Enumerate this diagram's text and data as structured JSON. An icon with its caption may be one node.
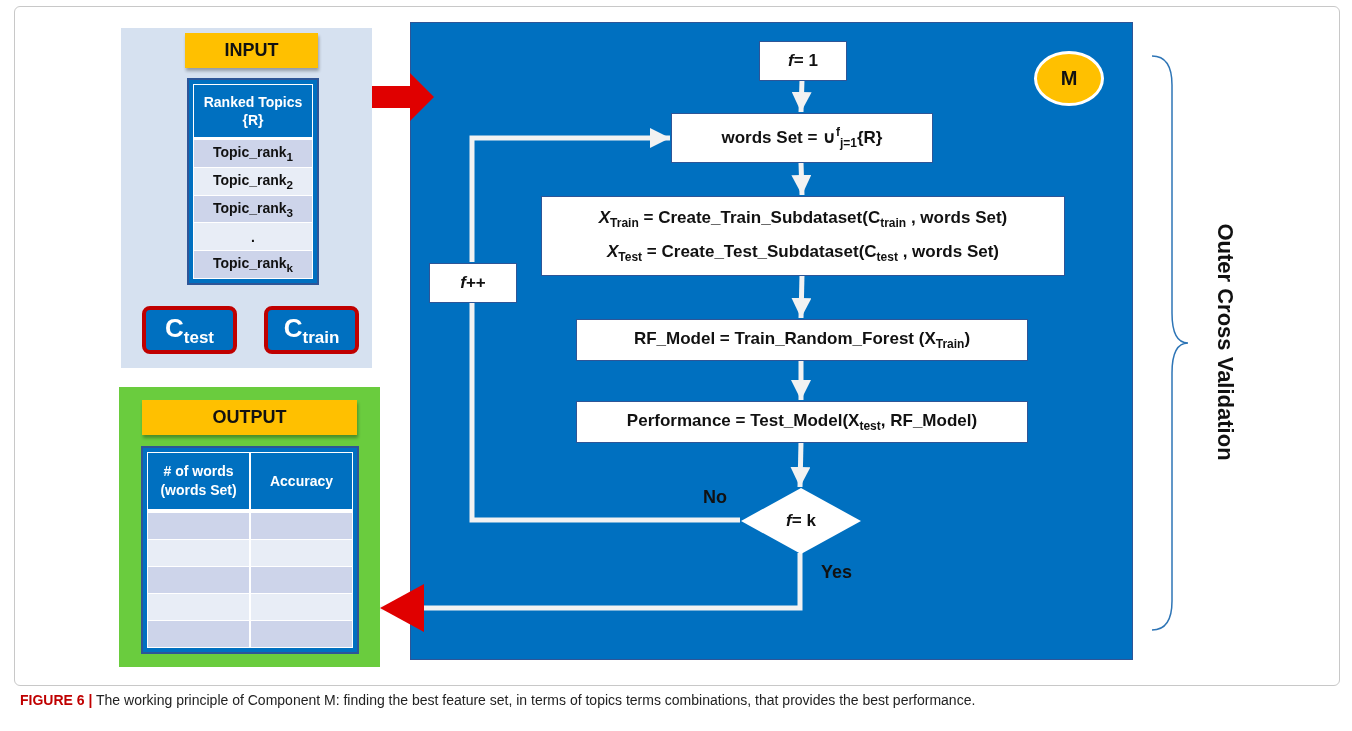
{
  "diagram": {
    "caption": "**FIGURE 6 |** The working principle of Component M: finding the best feature set, in terms of topics terms combinations, that provides the best performance.",
    "nodes": [
      {
        "text": [],
        "shape": "box"
      },
      {
        "text": [
          "INPUT"
        ],
        "in": 0
      },
      {
        "text": [
          "Ranked Topics {R}",
          "Topic_rank$_{1}$",
          "Topic_rank$_{2}$",
          "Topic_rank$_{3}$",
          ".",
          "Topic_rank$_{k}$"
        ],
        "in": 0
      },
      {
        "text": [
          "C$_{test}$"
        ],
        "in": 0
      },
      {
        "text": [
          "C$_{train}$"
        ],
        "in": 0
      },
      {
        "text": [],
        "shape": "box"
      },
      {
        "text": [
          "OUTPUT"
        ],
        "in": 5
      },
      {
        "text": [
          "# of words (words Set)",
          "Accuracy"
        ],
        "in": 5
      },
      {
        "text": [],
        "shape": "box"
      },
      {
        "text": [
          "M"
        ],
        "in": 8
      },
      {
        "text": [
          "*f*= 1"
        ],
        "in": 8
      },
      {
        "text": [
          "words Set = ∪$^{f}$$_{j=1}${R}"
        ],
        "in": 8
      },
      {
        "text": [
          "*X*$_{Train}$ = Create_Train_Subdataset(C$_{train}$ , words Set)",
          "*X*$_{Test}$ = Create_Test_Subdataset(C$_{test}$ , words Set)"
        ],
        "in": 8
      },
      {
        "text": [
          "*f*++"
        ],
        "in": 8
      },
      {
        "text": [
          "RF_Model = Train_Random_Forest (X$_{Train}$)"
        ],
        "in": 8
      },
      {
        "text": [
          "Performance = Test_Model(X$_{test}$, RF_Model)"
        ],
        "in": 8
      },
      {
        "text": [
          "*f*= k"
        ],
        "in": 8
      }
    ],
    "edges": [
      {
        "from": 0,
        "to": 8,
        "arrow": "to",
        "style": "thick",
        "color": "#e00000"
      },
      {
        "from": 10,
        "to": 11,
        "arrow": "to"
      },
      {
        "from": 11,
        "to": 12,
        "arrow": "to"
      },
      {
        "from": 12,
        "to": 14,
        "arrow": "to"
      },
      {
        "from": 14,
        "to": 15,
        "arrow": "to"
      },
      {
        "from": 15,
        "to": 16,
        "arrow": "to"
      },
      {
        "from": 16,
        "to": 13,
        "arrow": "none",
        "label": "No"
      },
      {
        "from": 13,
        "to": 11,
        "arrow": "to"
      },
      {
        "from": 16,
        "to": 5,
        "arrow": "to",
        "label": "Yes"
      }
    ],
    "labels": [
      "Outer Cross Validation"
    ]
  }
}
